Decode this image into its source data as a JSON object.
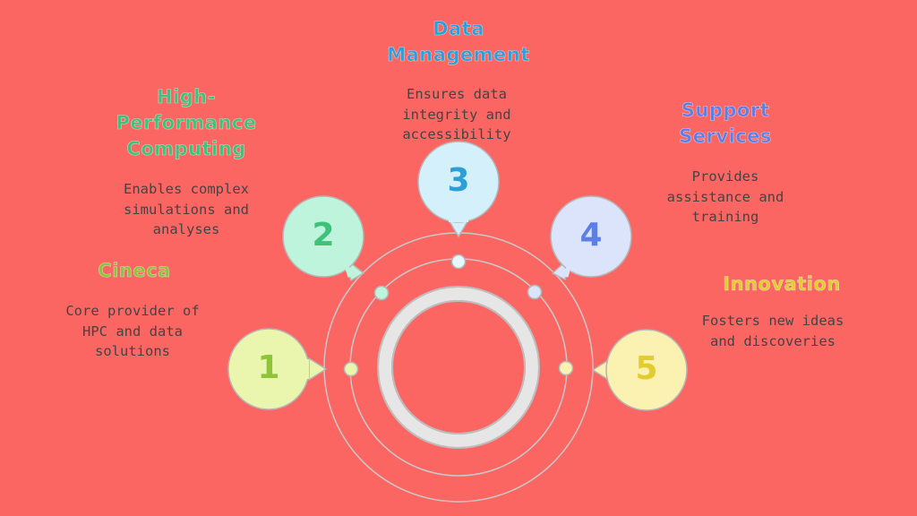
{
  "steps": [
    {
      "number": "1",
      "title": "Cineca",
      "description": "Core provider of HPC and data solutions",
      "color": "#8fc43a",
      "bubble": "#eaf6ae"
    },
    {
      "number": "2",
      "title": "High-Performance Computing",
      "description": "Enables complex simulations and analyses",
      "color": "#3ec27a",
      "bubble": "#bff4dc"
    },
    {
      "number": "3",
      "title": "Data Management",
      "description": "Ensures data integrity and accessibility",
      "color": "#2e9fd6",
      "bubble": "#d4f0fb"
    },
    {
      "number": "4",
      "title": "Support Services",
      "description": "Provides assistance and training",
      "color": "#5b7fe6",
      "bubble": "#dce4fb"
    },
    {
      "number": "5",
      "title": "Innovation",
      "description": "Fosters new ideas and discoveries",
      "color": "#e3cc2f",
      "bubble": "#fbf1b0"
    }
  ],
  "colors": {
    "background": "#fb6663",
    "ring": "#e3e3e3",
    "outline": "#b8b8b8"
  }
}
